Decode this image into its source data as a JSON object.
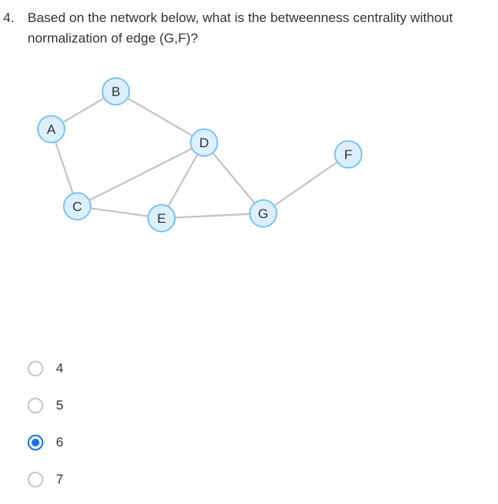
{
  "question": {
    "number": "4.",
    "text": "Based on the network below, what is the betweenness centrality without normalization of edge (G,F)?"
  },
  "graph": {
    "nodes": [
      {
        "id": "A",
        "label": "A"
      },
      {
        "id": "B",
        "label": "B"
      },
      {
        "id": "C",
        "label": "C"
      },
      {
        "id": "D",
        "label": "D"
      },
      {
        "id": "E",
        "label": "E"
      },
      {
        "id": "F",
        "label": "F"
      },
      {
        "id": "G",
        "label": "G"
      }
    ],
    "edges": [
      [
        "A",
        "B"
      ],
      [
        "A",
        "C"
      ],
      [
        "B",
        "D"
      ],
      [
        "C",
        "D"
      ],
      [
        "C",
        "E"
      ],
      [
        "D",
        "E"
      ],
      [
        "D",
        "G"
      ],
      [
        "E",
        "G"
      ],
      [
        "G",
        "F"
      ]
    ],
    "colors": {
      "node_fill": "#dcefff",
      "node_stroke": "#7ec3f3",
      "edge": "#c4c4c4",
      "label": "#333333"
    }
  },
  "options": [
    {
      "label": "4",
      "selected": false
    },
    {
      "label": "5",
      "selected": false
    },
    {
      "label": "6",
      "selected": true
    },
    {
      "label": "7",
      "selected": false
    }
  ],
  "accent_color": "#1a73e8"
}
